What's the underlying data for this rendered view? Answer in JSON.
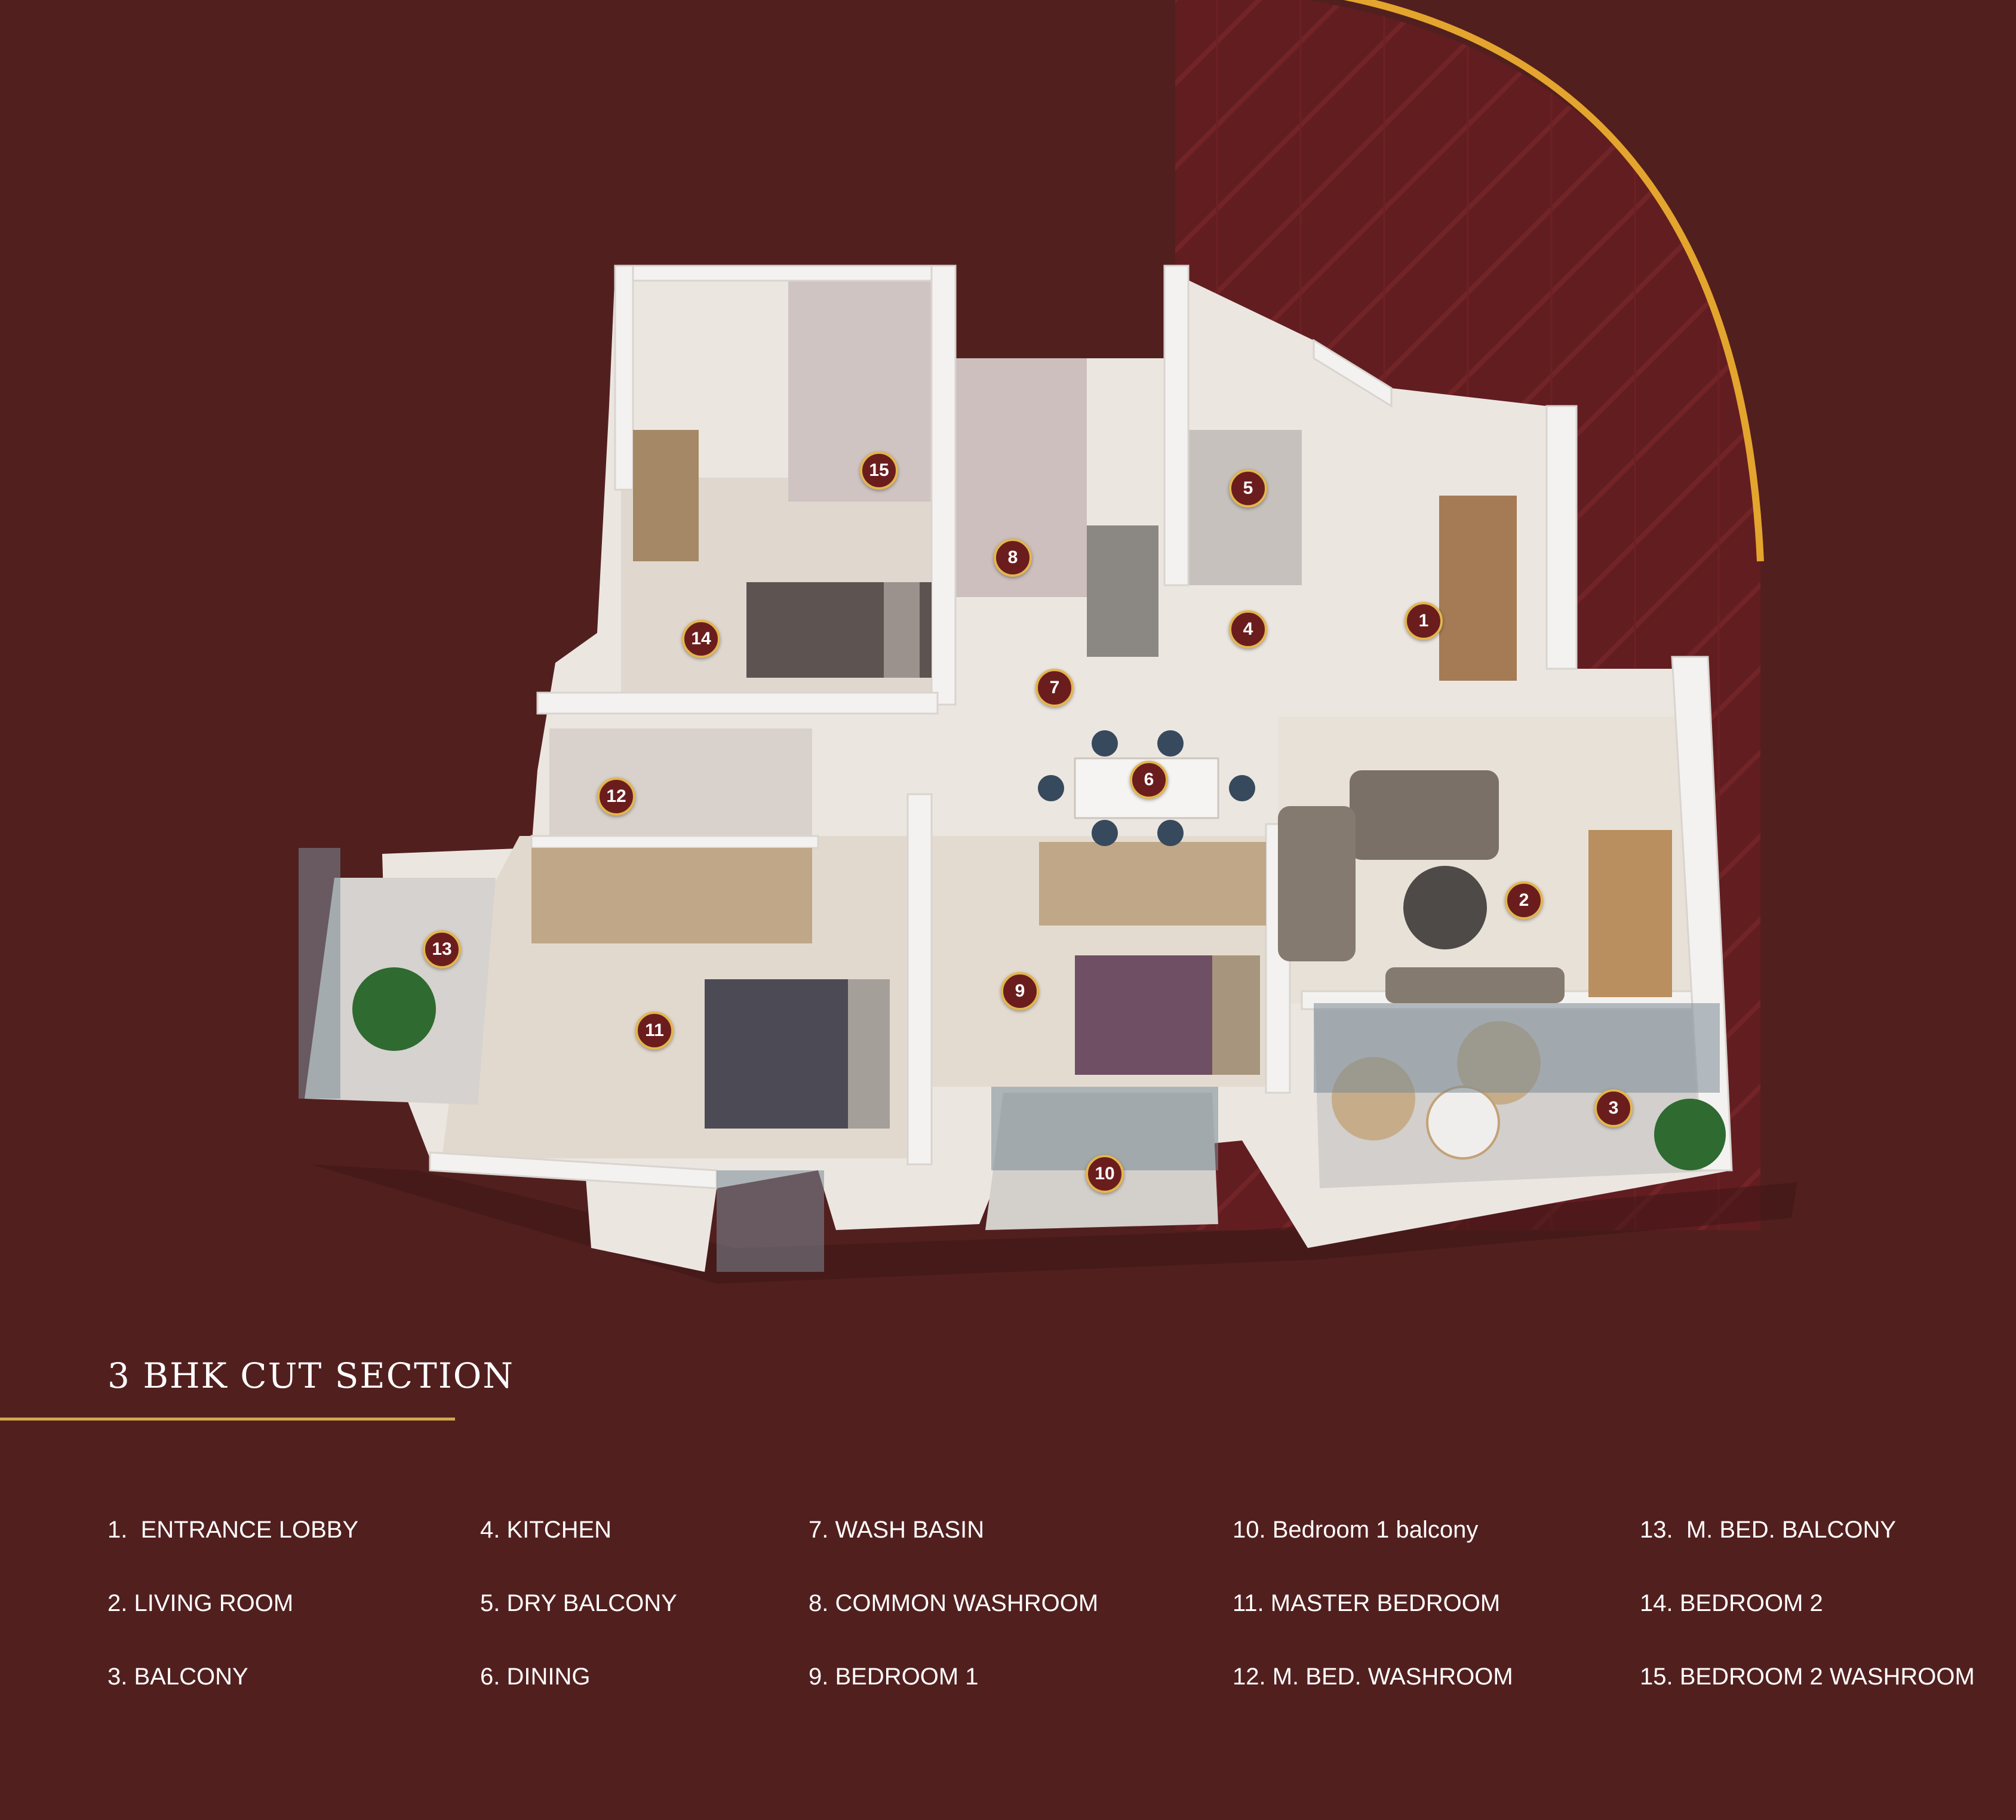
{
  "colors": {
    "background": "#521f1f",
    "pattern_panel": "#6a1f22",
    "accent_gold": "#e3a52d",
    "marker_fill": "#6b1d1d",
    "marker_ring": "#e2b64f",
    "text": "#ffffff"
  },
  "plan": {
    "markers": [
      "1",
      "2",
      "3",
      "4",
      "5",
      "6",
      "7",
      "8",
      "9",
      "10",
      "11",
      "12",
      "13",
      "14",
      "15"
    ]
  },
  "section_title": "3 BHK CUT SECTION",
  "legend": {
    "col1": [
      "1.  ENTRANCE LOBBY",
      "2. LIVING ROOM",
      "3. BALCONY"
    ],
    "col2": [
      "4. KITCHEN",
      "5. DRY BALCONY",
      "6. DINING"
    ],
    "col3": [
      "7. WASH BASIN",
      "8. COMMON WASHROOM",
      "9. BEDROOM 1"
    ],
    "col4": [
      "10. Bedroom 1 balcony",
      "11. MASTER BEDROOM",
      "12. M. BED. WASHROOM"
    ],
    "col5": [
      "13.  M. BED. BALCONY",
      "14. BEDROOM 2",
      "15. BEDROOM 2 WASHROOM"
    ]
  }
}
